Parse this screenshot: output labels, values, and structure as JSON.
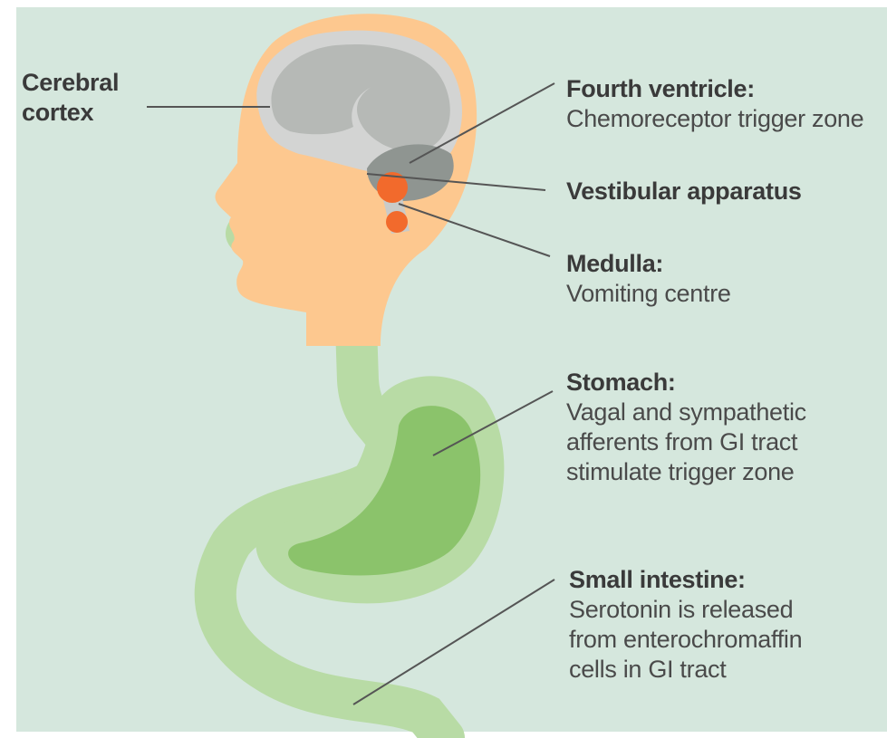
{
  "labels": {
    "cerebral_cortex": {
      "title_line1": "Cerebral",
      "title_line2": "cortex"
    },
    "fourth_ventricle": {
      "title": "Fourth ventricle:",
      "desc": "Chemoreceptor trigger zone"
    },
    "vestibular": {
      "title": "Vestibular apparatus"
    },
    "medulla": {
      "title": "Medulla:",
      "desc": "Vomiting centre"
    },
    "stomach": {
      "title": "Stomach:",
      "desc_line1": "Vagal and sympathetic",
      "desc_line2": "afferents from GI tract",
      "desc_line3": "stimulate trigger zone"
    },
    "small_intestine": {
      "title": "Small intestine:",
      "desc_line1": "Serotonin is released",
      "desc_line2": "from enterochromaffin",
      "desc_line3": "cells in GI tract"
    }
  },
  "colors": {
    "background": "#d5e7dd",
    "head": "#fdc88f",
    "brain": "#b6b9b6",
    "brain_outline": "#d3d4d3",
    "cerebellum": "#8f9591",
    "organ_highlight": "#f26a2c",
    "gut": "#b8dba5",
    "stomach_inner": "#8bc36b",
    "text": "#444444",
    "leader_line": "#555555"
  }
}
